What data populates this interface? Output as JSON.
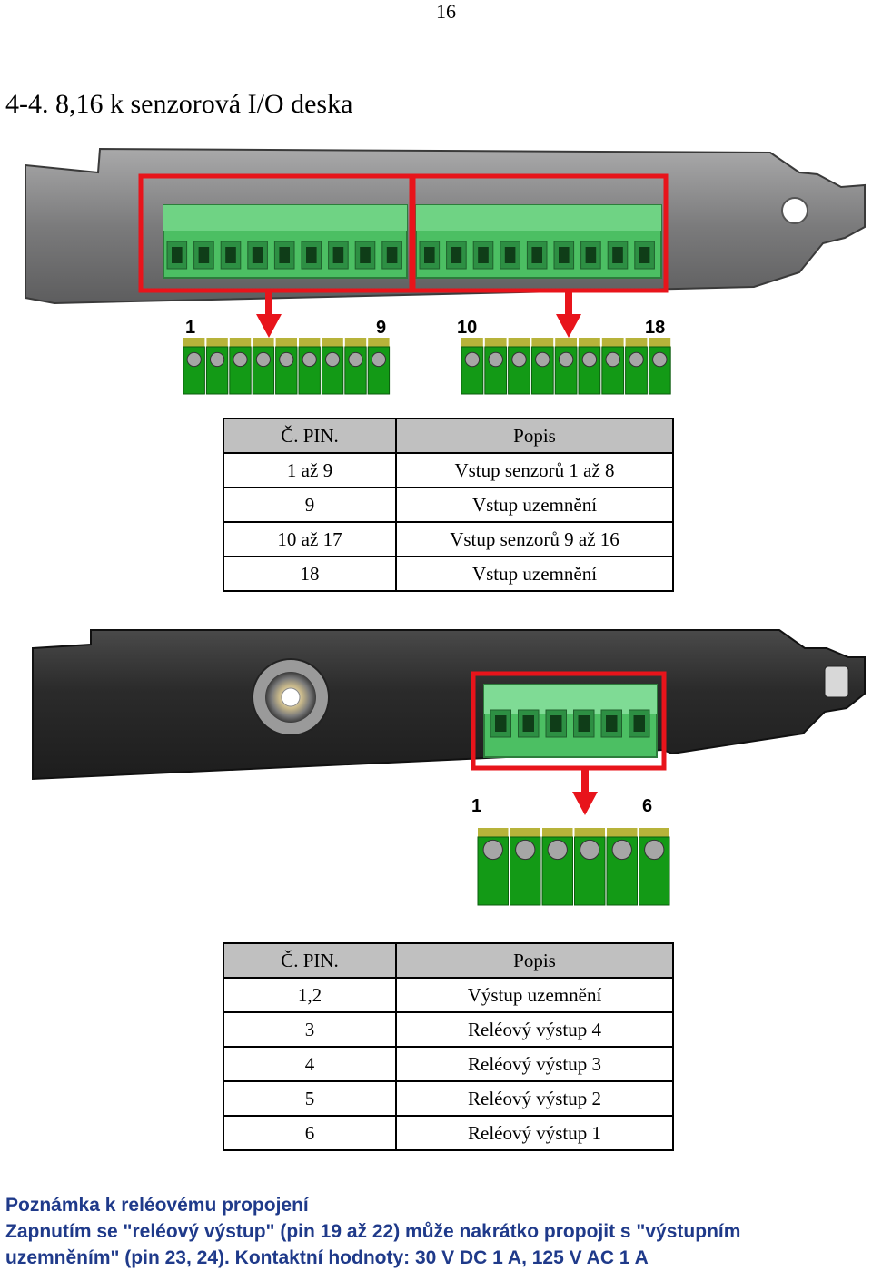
{
  "page_number": "16",
  "section_title": "4-4. 8,16 k senzorová I/O deska",
  "sensor_pin_labels": {
    "pin1": "1",
    "pin9": "9",
    "pin10": "10",
    "pin18": "18"
  },
  "sensor_table": {
    "headers": [
      "Č. PIN.",
      "Popis"
    ],
    "rows": [
      [
        "1 až 9",
        "Vstup senzorů 1 až 8"
      ],
      [
        "9",
        "Vstup uzemnění"
      ],
      [
        "10 až 17",
        "Vstup senzorů 9 až 16"
      ],
      [
        "18",
        "Vstup uzemnění"
      ]
    ]
  },
  "relay_pin_labels": {
    "pin1": "1",
    "pin6": "6"
  },
  "relay_table": {
    "headers": [
      "Č. PIN.",
      "Popis"
    ],
    "rows": [
      [
        "1,2",
        "Výstup uzemnění"
      ],
      [
        "3",
        "Reléový výstup 4"
      ],
      [
        "4",
        "Reléový výstup 3"
      ],
      [
        "5",
        "Reléový výstup 2"
      ],
      [
        "6",
        "Reléový výstup 1"
      ]
    ]
  },
  "note": {
    "title": "Poznámka k reléovému propojení",
    "line1": "Zapnutím se \"reléový výstup\" (pin 19 až 22) může nakrátko propojit s \"výstupním",
    "line2": "uzemněním\" (pin 23, 24). Kontaktní hodnoty: 30 V DC 1 A, 125 V AC 1 A"
  },
  "colors": {
    "highlight_red": "#e8141b",
    "connector_green": "#4cbf63",
    "terminal_green": "#139a16",
    "terminal_top_yellow": "#b7b33a",
    "bracket_gray": "#7f7f80",
    "bracket_dark": "#2a2a2a",
    "note_blue": "#1f3a8a",
    "table_header_gray": "#c0c0c0"
  }
}
